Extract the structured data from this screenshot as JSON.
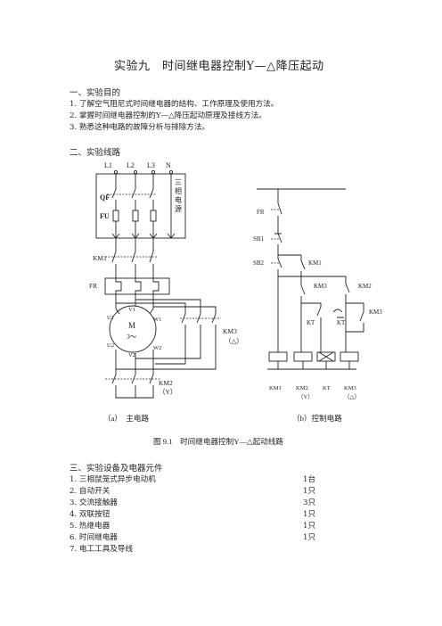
{
  "title": "实验九　时间继电器控制Y—△降压起动",
  "sections": {
    "purpose": {
      "heading": "一、实验目的",
      "items": [
        "1. 了解空气阻尼式时间继电器的结构、工作原理及使用方法。",
        "2. 掌握时间继电器控制的Y—△降压起动原理及接线方法。",
        "3. 熟悉这种电路的故障分析与排除方法。"
      ]
    },
    "circuit": {
      "heading": "二、实验线路"
    },
    "equipment": {
      "heading": "三、实验设备及电器元件",
      "items": [
        {
          "name": "1. 三相鼠笼式异步电动机",
          "qty": "1台"
        },
        {
          "name": "2. 自动开关",
          "qty": "1只"
        },
        {
          "name": "3. 交流接触器",
          "qty": "3只"
        },
        {
          "name": "4. 双联按钮",
          "qty": "1只"
        },
        {
          "name": "5. 热继电器",
          "qty": "1只"
        },
        {
          "name": "6. 时间继电器",
          "qty": "1只"
        },
        {
          "name": "7. 电工工具及导线",
          "qty": ""
        }
      ]
    }
  },
  "diagram": {
    "main": {
      "phases": [
        "L1",
        "L2",
        "L3",
        "N"
      ],
      "source_label": [
        "三",
        "相",
        "电",
        "源"
      ],
      "qf": "QF",
      "fu": "FU",
      "km1": "KM1",
      "fr": "FR",
      "motor": "M",
      "motor_sub": "3～",
      "terminals": [
        "U1",
        "V1",
        "W1",
        "U2",
        "V2",
        "W2"
      ],
      "km3": "KM3",
      "km3_sub": "（△）",
      "km2": "KM2",
      "km2_sub": "（Y）",
      "caption": "（a）　主电路"
    },
    "control": {
      "fr": "FR",
      "sb1": "SB1",
      "sb2": "SB2",
      "km1": "KM1",
      "km3_nc": "KM3",
      "km2": "KM2",
      "kt1": "KT",
      "kt2": "KT",
      "km3_self": "KM3",
      "coil_labels": [
        "KM1",
        "KM2",
        "KT",
        "KM3"
      ],
      "coil_sub": [
        "（Y）",
        "（△）"
      ],
      "caption": "（b）控制电路"
    },
    "figure_caption": "图 9.1　时间继电器控制Y—△起动线路"
  }
}
